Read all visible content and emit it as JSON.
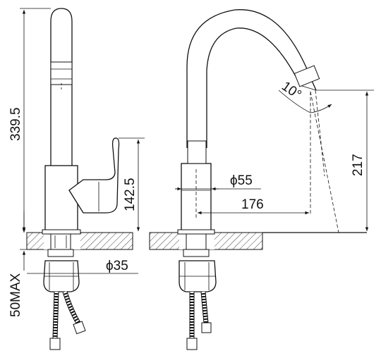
{
  "dimensions": {
    "total_height": "339.5",
    "body_height": "142.5",
    "max_thickness": "50MAX",
    "shank_diameter": "ϕ35",
    "body_diameter": "ϕ55",
    "reach": "176",
    "spout_height": "217",
    "swivel_angle": "10°"
  }
}
